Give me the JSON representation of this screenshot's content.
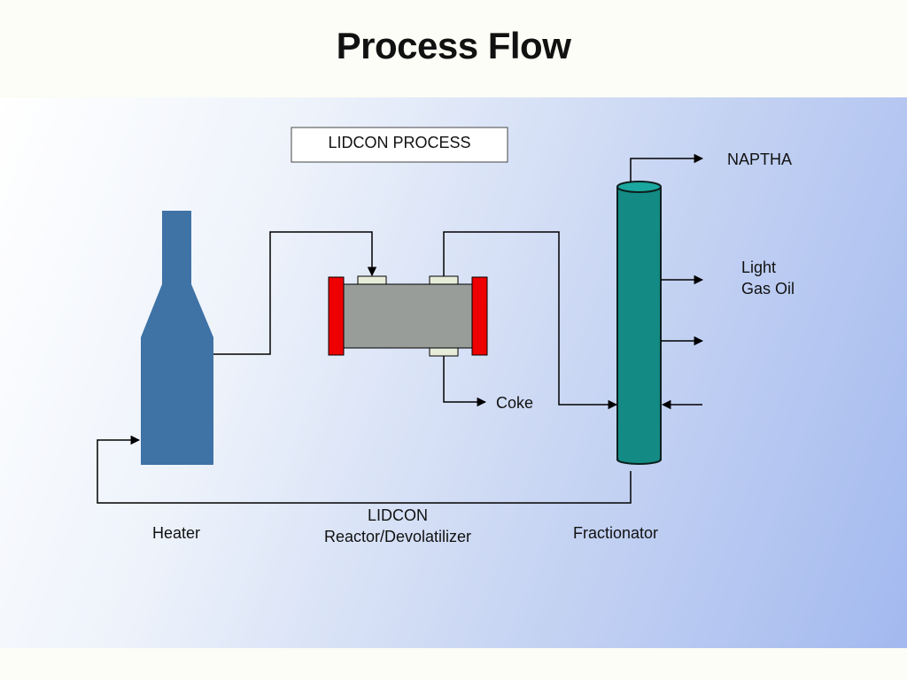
{
  "slide": {
    "title": "Process Flow"
  },
  "diagram": {
    "process_box_label": "LIDCON PROCESS",
    "heater_label": "Heater",
    "reactor_label_line1": "LIDCON",
    "reactor_label_line2": "Reactor/Devolatilizer",
    "fractionator_label": "Fractionator",
    "coke_label": "Coke",
    "naptha_label": "NAPTHA",
    "light_gas_oil_line1": "Light",
    "light_gas_oil_line2": "Gas Oil"
  },
  "colors": {
    "heater": "#3f72a5",
    "reactor_body": "#999d99",
    "reactor_caps": "#ee0000",
    "nozzles": "#e6ecd8",
    "fractionator": "#138a84",
    "fractionator_top": "#1aa79f"
  }
}
